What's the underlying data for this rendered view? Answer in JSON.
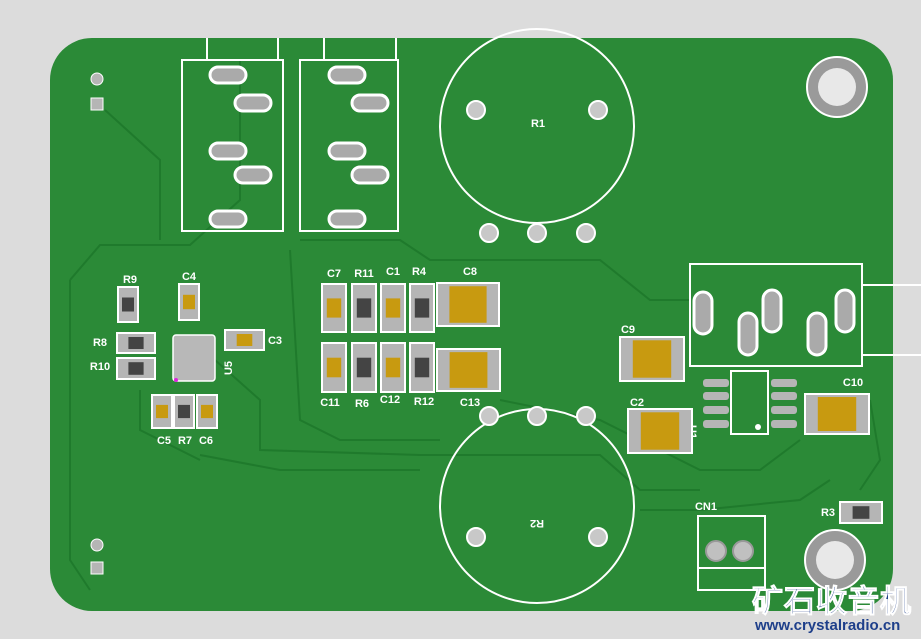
{
  "board": {
    "color": "#2b8a37",
    "silk": "#ffffff",
    "pad_gold": "#c89a10"
  },
  "labels": {
    "R1": "R1",
    "R2": "R2",
    "R3": "R3",
    "R4": "R4",
    "R6": "R6",
    "R7": "R7",
    "R8": "R8",
    "R9": "R9",
    "R10": "R10",
    "R11": "R11",
    "R12": "R12",
    "C1": "C1",
    "C2": "C2",
    "C3": "C3",
    "C4": "C4",
    "C5": "C5",
    "C6": "C6",
    "C7": "C7",
    "C8": "C8",
    "C9": "C9",
    "C10": "C10",
    "C11": "C11",
    "C12": "C12",
    "C13": "C13",
    "U1": "U1",
    "U5": "U5",
    "CN1": "CN1"
  },
  "watermark": {
    "title": "矿石收音机",
    "url": "www.crystalradio.cn"
  }
}
